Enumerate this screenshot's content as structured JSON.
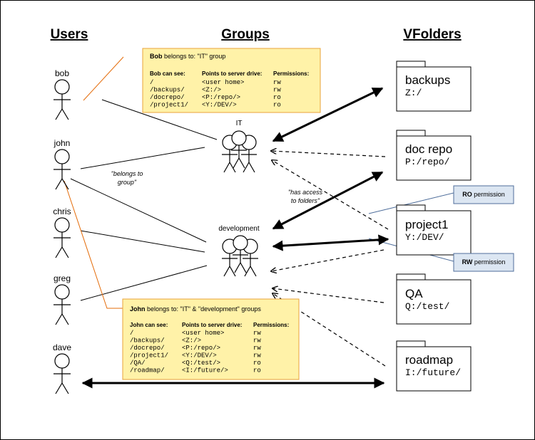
{
  "headers": {
    "users": "Users",
    "groups": "Groups",
    "vfolders": "VFolders"
  },
  "users": [
    "bob",
    "john",
    "chris",
    "greg",
    "dave"
  ],
  "groups": [
    "IT",
    "development"
  ],
  "vfolders": [
    {
      "name": "backups",
      "path": "Z:/"
    },
    {
      "name": "doc repo",
      "path": "P:/repo/"
    },
    {
      "name": "project1",
      "path": "Y:/DEV/"
    },
    {
      "name": "QA",
      "path": "Q:/test/"
    },
    {
      "name": "roadmap",
      "path": "I:/future/"
    }
  ],
  "annotations": {
    "belongs": [
      "\"belongs to",
      "group\""
    ],
    "access": [
      "\"has access",
      "to folders\""
    ]
  },
  "permissions": {
    "ro": {
      "bold": "RO",
      "rest": " permission"
    },
    "rw": {
      "bold": "RW",
      "rest": " permission"
    }
  },
  "bob_box": {
    "title_bold": "Bob",
    "title_rest": " belongs to: \"IT\" group",
    "col_headers": [
      "Bob can see:",
      "Points to server drive:",
      "Permissions:"
    ],
    "rows": [
      [
        "/",
        "<user home>",
        "rw"
      ],
      [
        "/backups/",
        "<Z:/>",
        "rw"
      ],
      [
        "/docrepo/",
        "<P:/repo/>",
        "ro"
      ],
      [
        "/project1/",
        "<Y:/DEV/>",
        "ro"
      ]
    ]
  },
  "john_box": {
    "title_bold": "John",
    "title_rest": " belongs to: \"IT\" & \"development\" groups",
    "col_headers": [
      "John can see:",
      "Points to server drive:",
      "Permissions:"
    ],
    "rows": [
      [
        "/",
        "<user home>",
        "rw"
      ],
      [
        "/backups/",
        "<Z:/>",
        "rw"
      ],
      [
        "/docrepo/",
        "<P:/repo/>",
        "rw"
      ],
      [
        "/project1/",
        "<Y:/DEV/>",
        "rw"
      ],
      [
        "/QA/",
        "<Q:/test/>",
        "ro"
      ],
      [
        "/roadmap/",
        "<I:/future/>",
        "ro"
      ]
    ]
  },
  "colors": {
    "note_fill": "#FFF2A8",
    "note_border": "#E8A33B",
    "perm_fill": "#DCE6F2",
    "perm_border": "#4F6E9B",
    "callout_line": "#E46C0A"
  }
}
